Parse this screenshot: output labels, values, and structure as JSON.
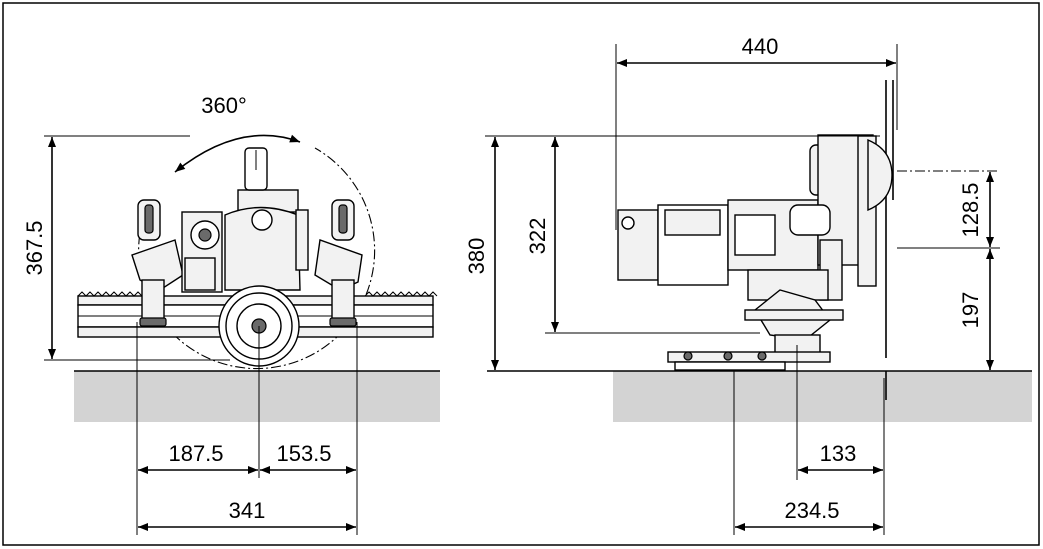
{
  "front_view": {
    "rotation": "360°",
    "height": "367.5",
    "left_offset": "187.5",
    "right_offset": "153.5",
    "track_width": "341"
  },
  "side_view": {
    "length": "440",
    "overall_height": "380",
    "body_height": "322",
    "blade_upper": "128.5",
    "blade_lower": "197",
    "offset_short": "133",
    "offset_long": "234.5"
  }
}
